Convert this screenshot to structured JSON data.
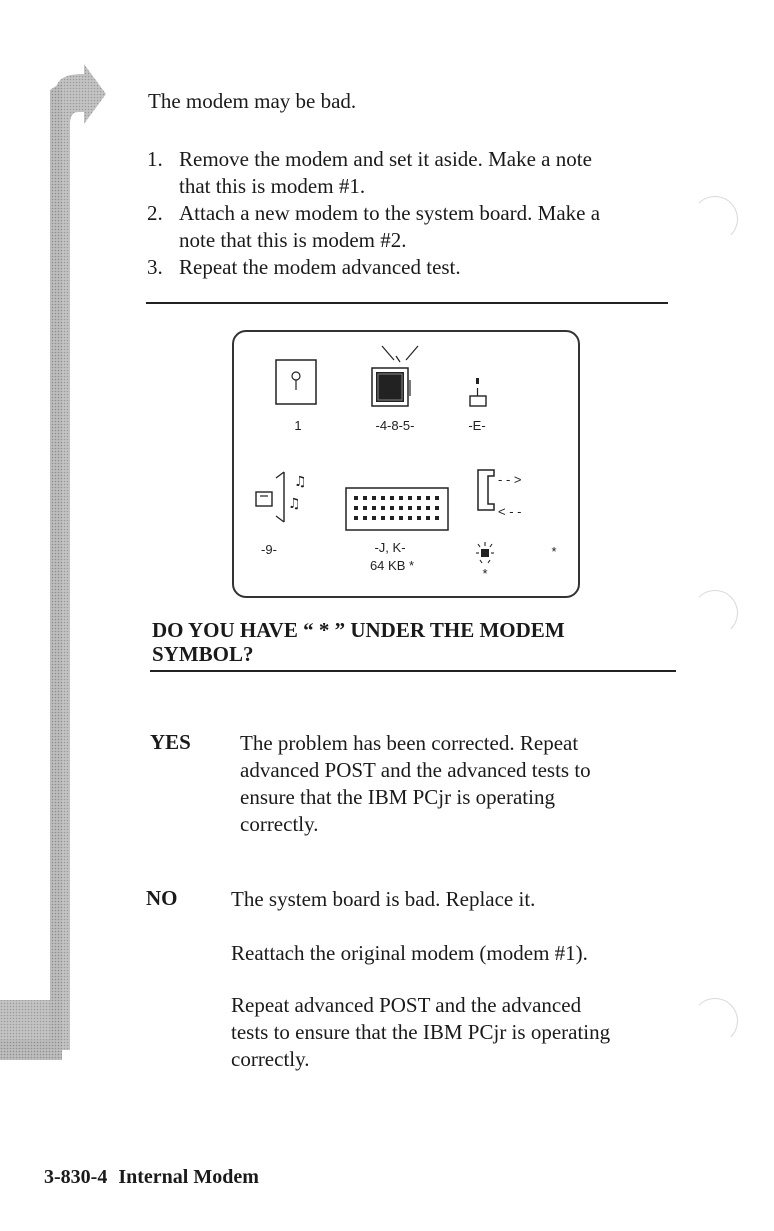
{
  "intro": "The modem may be bad.",
  "steps": [
    {
      "num": "1.",
      "line1": "Remove the modem and set it aside. Make a note",
      "line2": "that this is modem #1."
    },
    {
      "num": "2.",
      "line1": "Attach a new modem to the system board.  Make a",
      "line2": "note that this is modem #2."
    },
    {
      "num": "3.",
      "line1": "Repeat the modem advanced test.",
      "line2": ""
    }
  ],
  "screen": {
    "memory_label": "1",
    "display_label": "-4-8-5-",
    "keyboard_io_label": "-E-",
    "sound_label": "-9-",
    "keyboard_label": "-J, K-",
    "memory_size": "64 KB *",
    "modem_status": "*",
    "star_right": "*",
    "arrow_right": "- - >",
    "arrow_left": "< - -"
  },
  "question": {
    "line1": "DO YOU HAVE “ * ” UNDER THE MODEM",
    "line2": "SYMBOL?"
  },
  "yes": {
    "label": "YES",
    "lines": [
      "The problem has been corrected.  Repeat",
      "advanced POST and the advanced tests to",
      "ensure that the IBM PCjr is operating",
      "correctly."
    ]
  },
  "no": {
    "label": "NO",
    "line1": "The system board is bad. Replace it.",
    "line2": "Reattach the original modem (modem #1).",
    "line3a": "Repeat advanced POST and the advanced",
    "line3b": "tests to ensure that the IBM PCjr is operating",
    "line3c": "correctly."
  },
  "footer": {
    "page_ref": "3-830-4",
    "section": "Internal Modem"
  }
}
